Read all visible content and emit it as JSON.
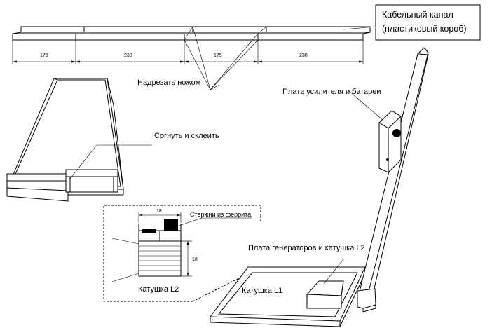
{
  "labels": {
    "cable_channel_line1": "Кабельный канал",
    "cable_channel_line2": "(пластиковый короб)",
    "cut_with_knife": "Надрезать ножом",
    "fold_and_glue": "Согнуть и склеить",
    "amplifier_board": "Плата усилителя и батареи",
    "ferrite_rods": "Стержни из феррита",
    "generator_board": "Плата генераторов и катушка L2",
    "coil_l2": "Катушка L2",
    "coil_l1": "Катушка L1"
  },
  "dimensions": {
    "seg1": "175",
    "seg2": "230",
    "seg3": "175",
    "seg4": "230",
    "coil_width": "18",
    "coil_height": "18"
  }
}
